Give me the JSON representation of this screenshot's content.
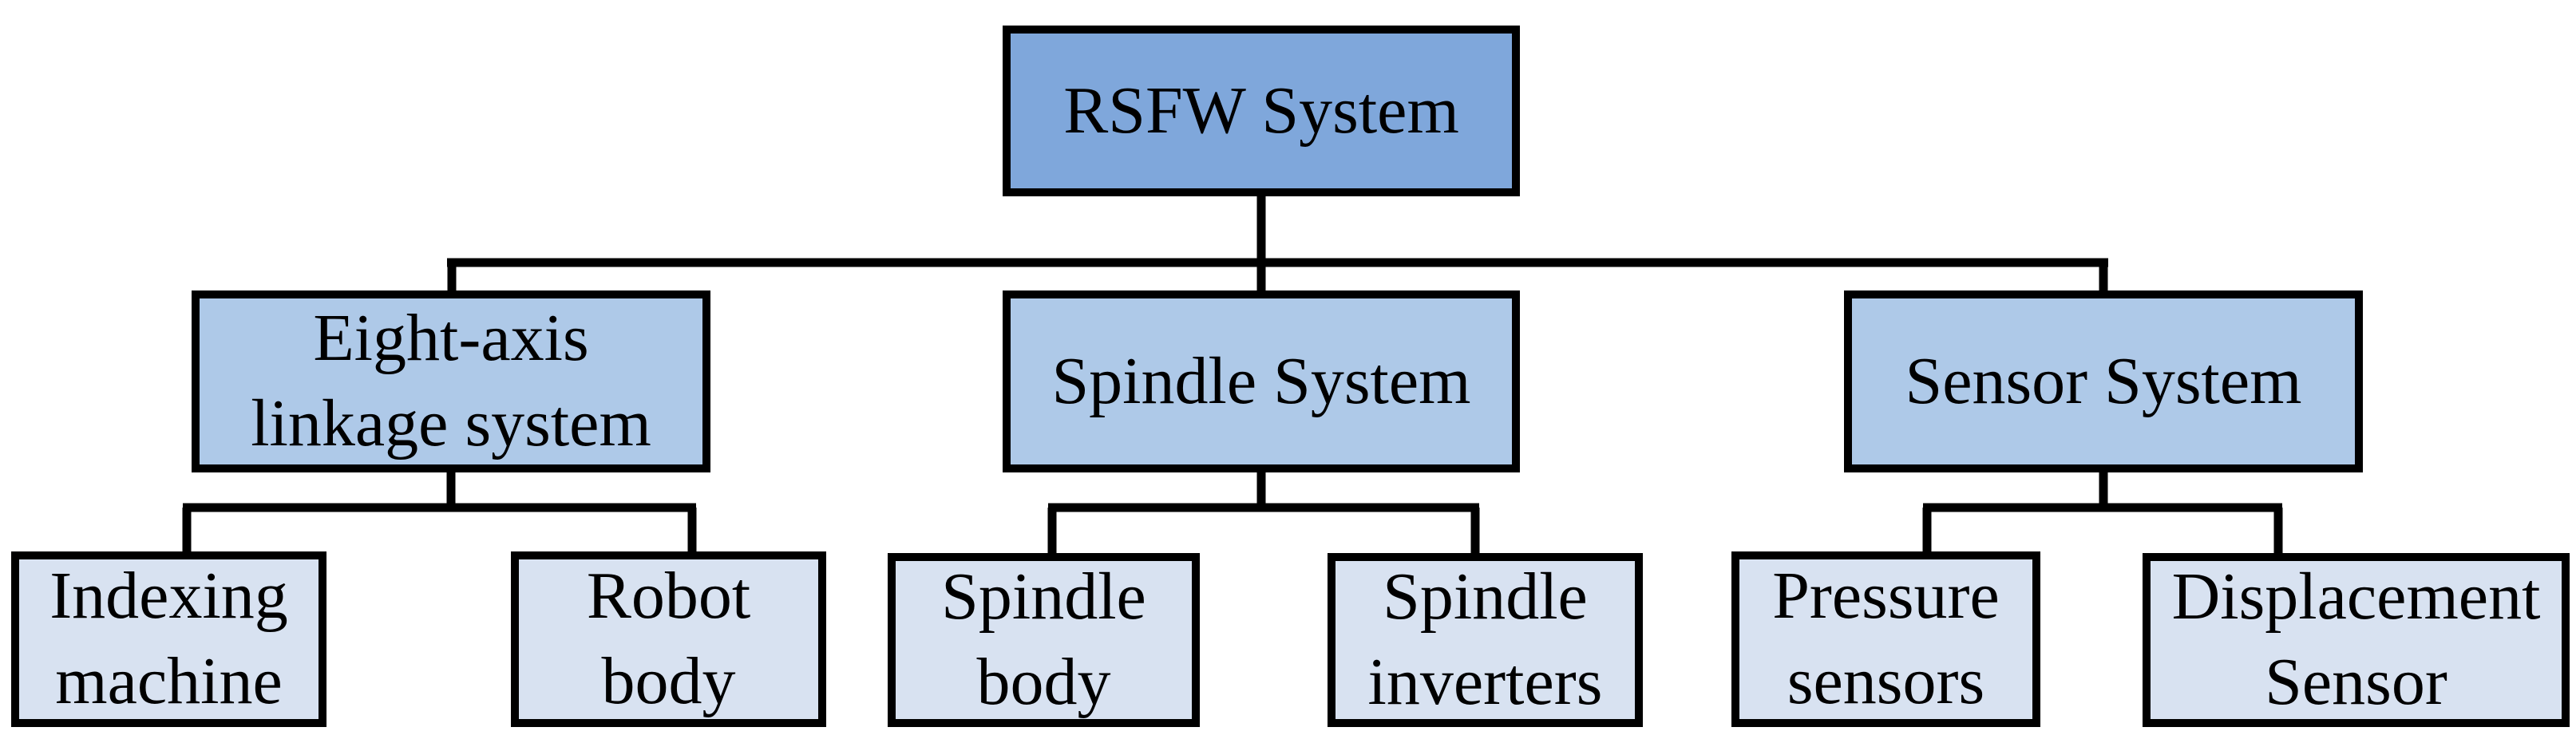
{
  "diagram": {
    "type": "hierarchy",
    "nodes": [
      {
        "id": "rsfw-system",
        "level": 1,
        "parent": null,
        "lines": [
          "RSFW System"
        ]
      },
      {
        "id": "eight-axis-linkage-system",
        "level": 2,
        "parent": "rsfw-system",
        "lines": [
          "Eight-axis",
          "linkage system"
        ]
      },
      {
        "id": "spindle-system",
        "level": 2,
        "parent": "rsfw-system",
        "lines": [
          "Spindle System"
        ]
      },
      {
        "id": "sensor-system",
        "level": 2,
        "parent": "rsfw-system",
        "lines": [
          "Sensor System"
        ]
      },
      {
        "id": "indexing-machine",
        "level": 3,
        "parent": "eight-axis-linkage-system",
        "lines": [
          "Indexing",
          "machine"
        ]
      },
      {
        "id": "robot-body",
        "level": 3,
        "parent": "eight-axis-linkage-system",
        "lines": [
          "Robot",
          "body"
        ]
      },
      {
        "id": "spindle-body",
        "level": 3,
        "parent": "spindle-system",
        "lines": [
          "Spindle",
          "body"
        ]
      },
      {
        "id": "spindle-inverters",
        "level": 3,
        "parent": "spindle-system",
        "lines": [
          "Spindle",
          "inverters"
        ]
      },
      {
        "id": "pressure-sensors",
        "level": 3,
        "parent": "sensor-system",
        "lines": [
          "Pressure",
          "sensors"
        ]
      },
      {
        "id": "displacement-sensor",
        "level": 3,
        "parent": "sensor-system",
        "lines": [
          "Displacement",
          "Sensor"
        ]
      }
    ],
    "colors": {
      "level1_fill": "#7FA7DB",
      "level2_fill": "#AEC9E8",
      "level3_fill": "#D8E2F1",
      "border": "#000000",
      "connector": "#000000",
      "text": "#000000",
      "background": "#FFFFFF"
    }
  }
}
